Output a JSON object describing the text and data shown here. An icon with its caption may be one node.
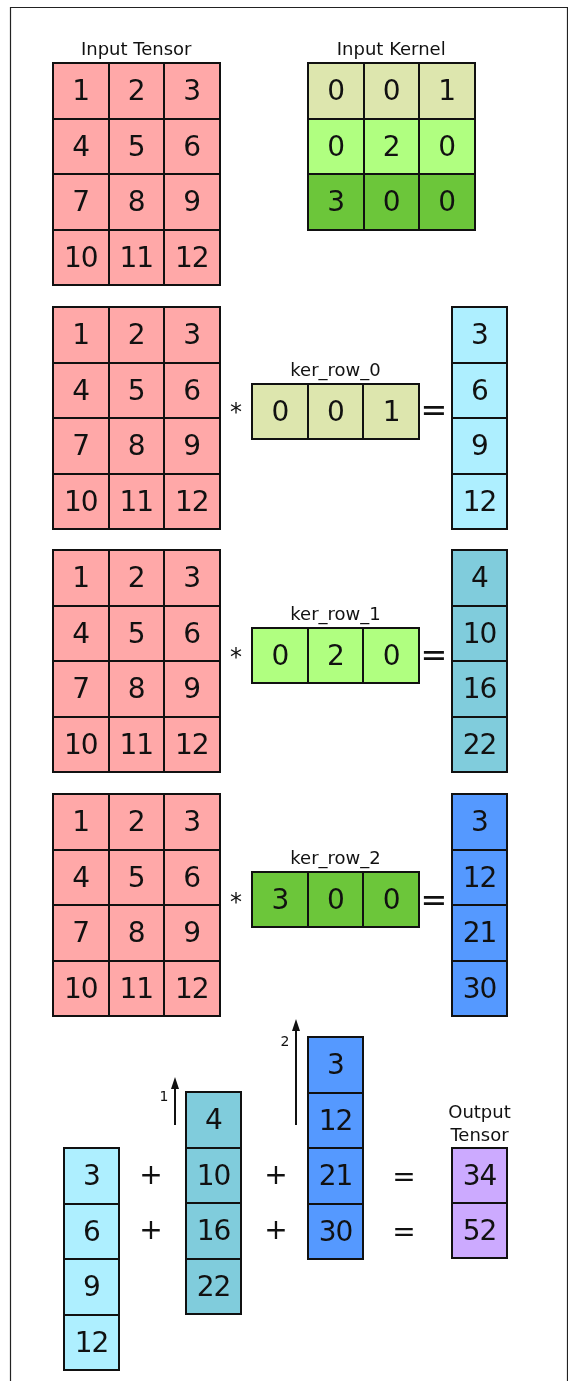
{
  "diagram": {
    "nodes": [
      {
        "text": [
          "1",
          "2",
          "3",
          "4",
          "5",
          "6",
          "7",
          "8",
          "9",
          "10",
          "11",
          "12"
        ],
        "beside": [
          "Input Tensor"
        ]
      },
      {
        "text": [
          "0",
          "0",
          "1",
          "0",
          "2",
          "0",
          "3",
          "0",
          "0"
        ],
        "beside": [
          "Input Kernel"
        ]
      },
      {
        "text": [
          "1",
          "2",
          "3",
          "4",
          "5",
          "6",
          "7",
          "8",
          "9",
          "10",
          "11",
          "12"
        ]
      },
      {
        "text": [
          "0",
          "0",
          "1"
        ],
        "beside": [
          "ker_row_0"
        ]
      },
      {
        "text": [
          "3",
          "6",
          "9",
          "12"
        ]
      },
      {
        "text": [
          "1",
          "2",
          "3",
          "4",
          "5",
          "6",
          "7",
          "8",
          "9",
          "10",
          "11",
          "12"
        ]
      },
      {
        "text": [
          "0",
          "2",
          "0"
        ],
        "beside": [
          "ker_row_1"
        ]
      },
      {
        "text": [
          "4",
          "10",
          "16",
          "22"
        ]
      },
      {
        "text": [
          "1",
          "2",
          "3",
          "4",
          "5",
          "6",
          "7",
          "8",
          "9",
          "10",
          "11",
          "12"
        ]
      },
      {
        "text": [
          "3",
          "0",
          "0"
        ],
        "beside": [
          "ker_row_2"
        ]
      },
      {
        "text": [
          "3",
          "12",
          "21",
          "30"
        ]
      },
      {
        "text": [
          "3",
          "6",
          "9",
          "12"
        ]
      },
      {
        "text": [
          "4",
          "10",
          "16",
          "22"
        ]
      },
      {
        "text": [
          "3",
          "12",
          "21",
          "30"
        ]
      },
      {
        "text": [
          "34",
          "52"
        ],
        "beside": [
          "Output Tensor"
        ]
      }
    ],
    "labels": [
      "*",
      "=",
      "*",
      "=",
      "*",
      "=",
      "2",
      "1",
      "+",
      "+",
      "=",
      "+",
      "+",
      "="
    ]
  }
}
